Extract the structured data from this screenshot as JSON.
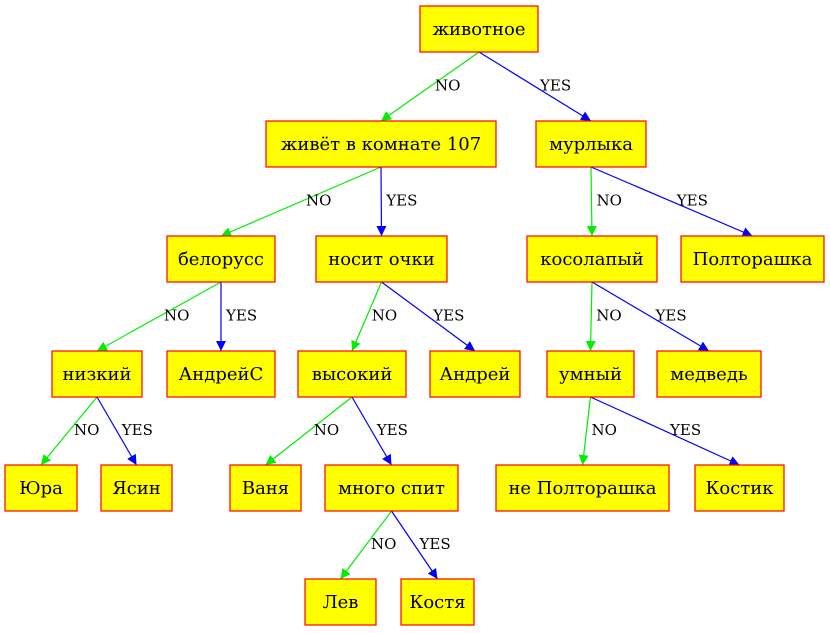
{
  "colors": {
    "node_fill": "#ffff00",
    "node_border": "#ff0000",
    "no_edge": "#00ee00",
    "yes_edge": "#0000ff"
  },
  "nodes": {
    "root": "животное",
    "room107": "живёт в комнате 107",
    "purr": "мурлыка",
    "belarus": "белорусс",
    "glasses": "носит очки",
    "clubfoot": "косолапый",
    "poltorashka": "Полторашка",
    "short": "низкий",
    "andreyc": "АндрейС",
    "tall": "высокий",
    "andrey": "Андрей",
    "smart": "умный",
    "bear": "медведь",
    "yura": "Юра",
    "yasin": "Ясин",
    "vanya": "Ваня",
    "sleeps": "много спит",
    "not_poltorashka": "не Полторашка",
    "kostik": "Костик",
    "lev": "Лев",
    "kostya": "Костя"
  },
  "edge_labels": {
    "no": "NO",
    "yes": "YES"
  },
  "edges": [
    {
      "from": "root",
      "to": "room107",
      "answer": "no"
    },
    {
      "from": "root",
      "to": "purr",
      "answer": "yes"
    },
    {
      "from": "room107",
      "to": "belarus",
      "answer": "no"
    },
    {
      "from": "room107",
      "to": "glasses",
      "answer": "yes"
    },
    {
      "from": "purr",
      "to": "clubfoot",
      "answer": "no"
    },
    {
      "from": "purr",
      "to": "poltorashka",
      "answer": "yes"
    },
    {
      "from": "belarus",
      "to": "short",
      "answer": "no"
    },
    {
      "from": "belarus",
      "to": "andreyc",
      "answer": "yes"
    },
    {
      "from": "glasses",
      "to": "tall",
      "answer": "no"
    },
    {
      "from": "glasses",
      "to": "andrey",
      "answer": "yes"
    },
    {
      "from": "clubfoot",
      "to": "smart",
      "answer": "no"
    },
    {
      "from": "clubfoot",
      "to": "bear",
      "answer": "yes"
    },
    {
      "from": "short",
      "to": "yura",
      "answer": "no"
    },
    {
      "from": "short",
      "to": "yasin",
      "answer": "yes"
    },
    {
      "from": "tall",
      "to": "vanya",
      "answer": "no"
    },
    {
      "from": "tall",
      "to": "sleeps",
      "answer": "yes"
    },
    {
      "from": "smart",
      "to": "not_poltorashka",
      "answer": "no"
    },
    {
      "from": "smart",
      "to": "kostik",
      "answer": "yes"
    },
    {
      "from": "sleeps",
      "to": "lev",
      "answer": "no"
    },
    {
      "from": "sleeps",
      "to": "kostya",
      "answer": "yes"
    }
  ]
}
